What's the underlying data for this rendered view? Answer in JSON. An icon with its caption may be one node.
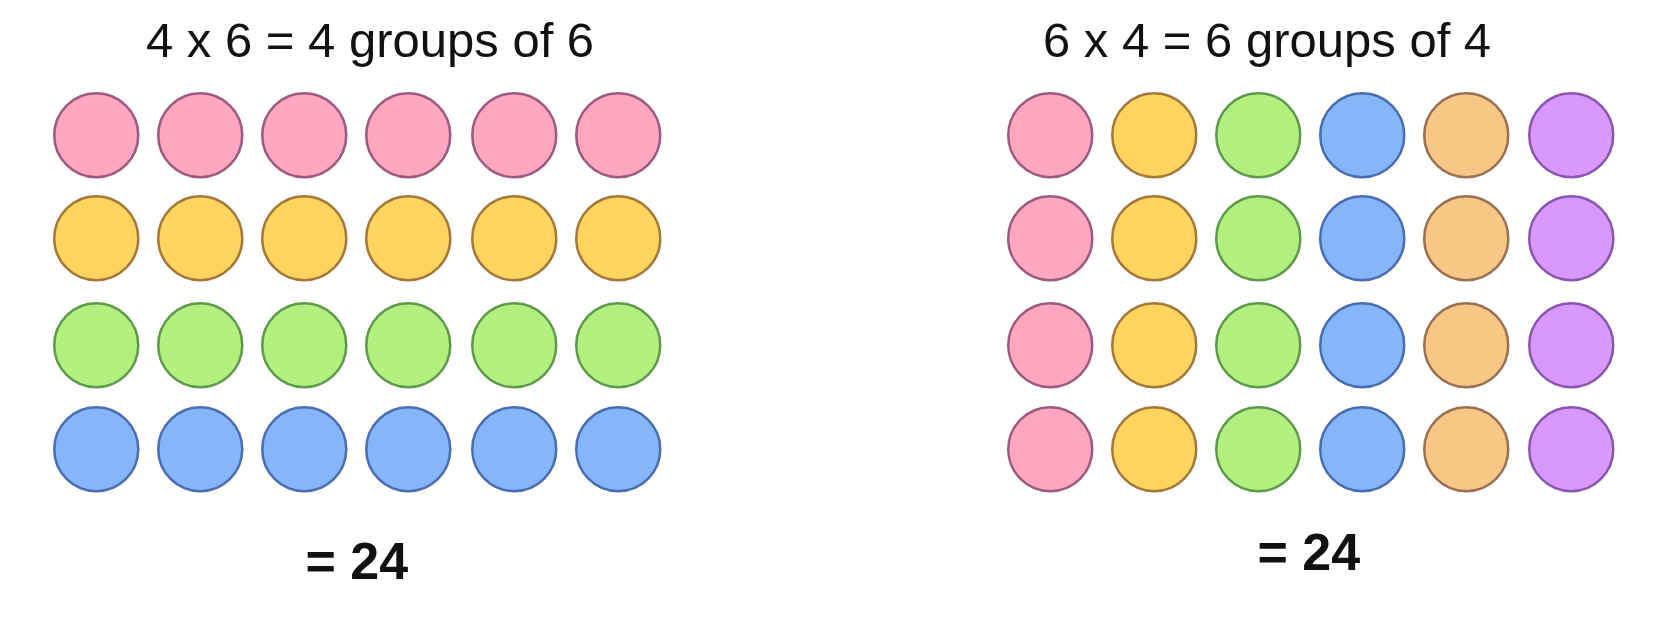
{
  "diagram": {
    "nodes": [
      {
        "text": [],
        "shape": "circle"
      },
      {
        "text": [],
        "shape": "circle"
      },
      {
        "text": [],
        "shape": "circle"
      },
      {
        "text": [],
        "shape": "circle"
      },
      {
        "text": [],
        "shape": "circle"
      },
      {
        "text": [],
        "shape": "circle"
      },
      {
        "text": [],
        "shape": "circle"
      },
      {
        "text": [],
        "shape": "circle"
      },
      {
        "text": [],
        "shape": "circle"
      },
      {
        "text": [],
        "shape": "circle"
      },
      {
        "text": [],
        "shape": "circle"
      },
      {
        "text": [],
        "shape": "circle"
      },
      {
        "text": [],
        "shape": "circle"
      },
      {
        "text": [],
        "shape": "circle"
      },
      {
        "text": [],
        "shape": "circle"
      },
      {
        "text": [],
        "shape": "circle"
      },
      {
        "text": [],
        "shape": "circle"
      },
      {
        "text": [],
        "shape": "circle"
      },
      {
        "text": [],
        "shape": "circle"
      },
      {
        "text": [],
        "shape": "circle"
      },
      {
        "text": [],
        "shape": "circle"
      },
      {
        "text": [],
        "shape": "circle"
      },
      {
        "text": [],
        "shape": "circle"
      },
      {
        "text": [],
        "shape": "circle"
      },
      {
        "text": [],
        "shape": "circle"
      },
      {
        "text": [],
        "shape": "circle"
      },
      {
        "text": [],
        "shape": "circle"
      },
      {
        "text": [],
        "shape": "circle"
      },
      {
        "text": [],
        "shape": "circle"
      },
      {
        "text": [],
        "shape": "circle"
      },
      {
        "text": [],
        "shape": "circle"
      },
      {
        "text": [],
        "shape": "circle"
      },
      {
        "text": [],
        "shape": "circle"
      },
      {
        "text": [],
        "shape": "circle"
      },
      {
        "text": [],
        "shape": "circle"
      },
      {
        "text": [],
        "shape": "circle"
      },
      {
        "text": [],
        "shape": "circle"
      },
      {
        "text": [],
        "shape": "circle"
      },
      {
        "text": [],
        "shape": "circle"
      },
      {
        "text": [],
        "shape": "circle"
      },
      {
        "text": [],
        "shape": "circle"
      },
      {
        "text": [],
        "shape": "circle"
      },
      {
        "text": [],
        "shape": "circle"
      },
      {
        "text": [],
        "shape": "circle"
      },
      {
        "text": [],
        "shape": "circle"
      },
      {
        "text": [],
        "shape": "circle"
      },
      {
        "text": [],
        "shape": "circle"
      },
      {
        "text": [],
        "shape": "circle"
      }
    ],
    "labels": [
      "4 x 6 = 4 groups of 6",
      "6 x 4 = 6 groups of 4",
      "= 24",
      "= 24"
    ]
  }
}
